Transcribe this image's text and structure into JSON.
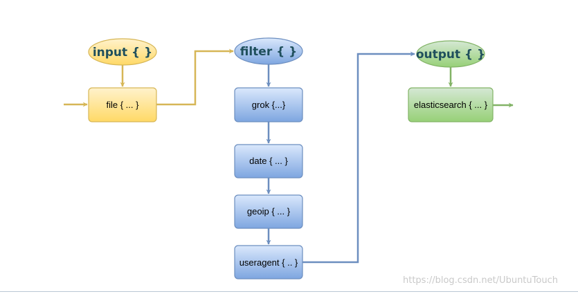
{
  "input": {
    "header": "input { }",
    "file": "file { ... }"
  },
  "filter": {
    "header": "filter { }",
    "grok": "grok {...}",
    "date": "date { ... }",
    "geoip": "geoip { ... }",
    "useragent": "useragent { .. }"
  },
  "output": {
    "header": "output { }",
    "elasticsearch": "elasticsearch { ... }"
  },
  "watermark": "https://blog.csdn.net/UbuntuTouch",
  "colors": {
    "input_fill": "#ffe599",
    "input_stroke": "#d6b656",
    "filter_fill": "#a9c4eb",
    "filter_stroke": "#6c8ebf",
    "output_fill": "#b9e0a5",
    "output_stroke": "#82b366"
  }
}
